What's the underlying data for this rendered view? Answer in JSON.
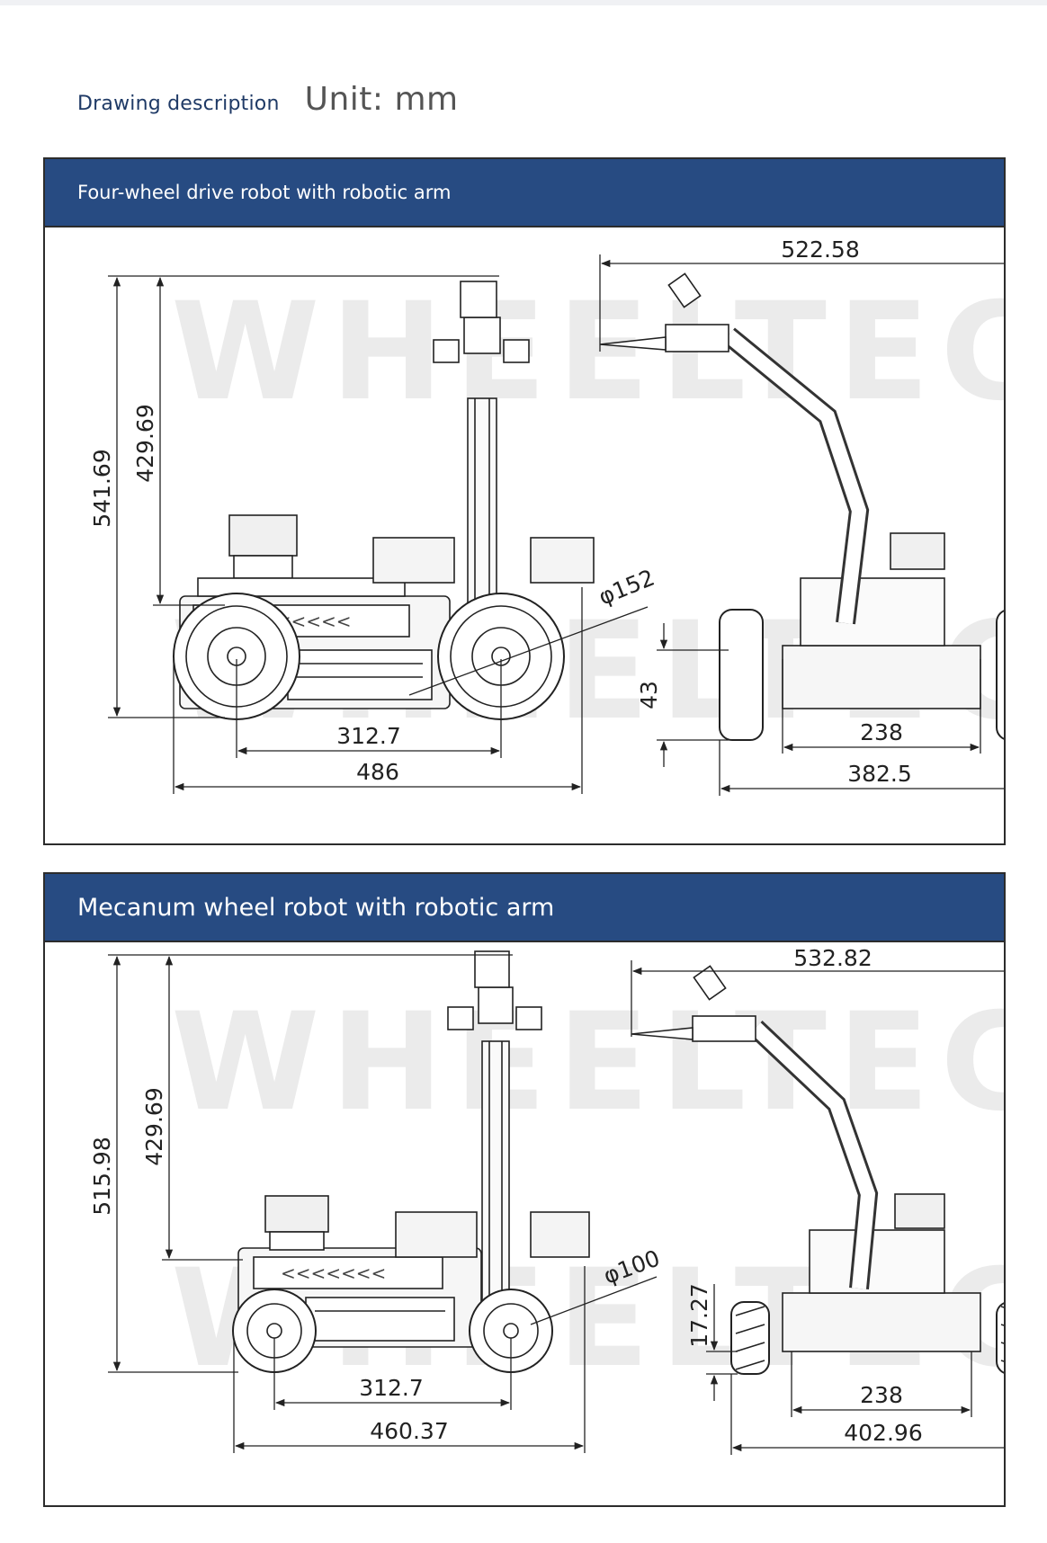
{
  "header": {
    "description_label": "Drawing description",
    "unit_label": "Unit: mm"
  },
  "watermark": "WHEELTEC",
  "panels": [
    {
      "title": "Four-wheel drive robot with robotic arm",
      "front_view": {
        "total_height": "541.69",
        "arm_height": "429.69",
        "wheel_diameter": "φ152",
        "wheelbase": "312.7",
        "length": "486"
      },
      "side_view": {
        "arm_reach": "522.58",
        "ground_clearance": "43",
        "track_inner": "238",
        "width": "382.5"
      }
    },
    {
      "title": "Mecanum wheel robot with robotic arm",
      "front_view": {
        "total_height": "515.98",
        "arm_height": "429.69",
        "wheel_diameter": "φ100",
        "wheelbase": "312.7",
        "length": "460.37"
      },
      "side_view": {
        "arm_reach": "532.82",
        "ground_clearance": "17.27",
        "track_inner": "238",
        "width": "402.96"
      }
    }
  ]
}
